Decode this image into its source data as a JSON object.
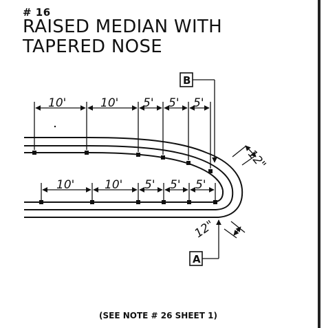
{
  "header": {
    "number": "# 16",
    "title_line1": "RAISED MEDIAN WITH",
    "title_line2": "TAPERED NOSE"
  },
  "upper_dimensions": [
    "10'",
    "10'",
    "5'",
    "5'",
    "5'"
  ],
  "lower_dimensions": [
    "10'",
    "10'",
    "5'",
    "5'",
    "5'"
  ],
  "offset_labels": {
    "upper": "12\"",
    "lower": "12\""
  },
  "tags": {
    "upper": "B",
    "lower": "A"
  },
  "footnote": "(SEE NOTE # 26 SHEET 1)"
}
